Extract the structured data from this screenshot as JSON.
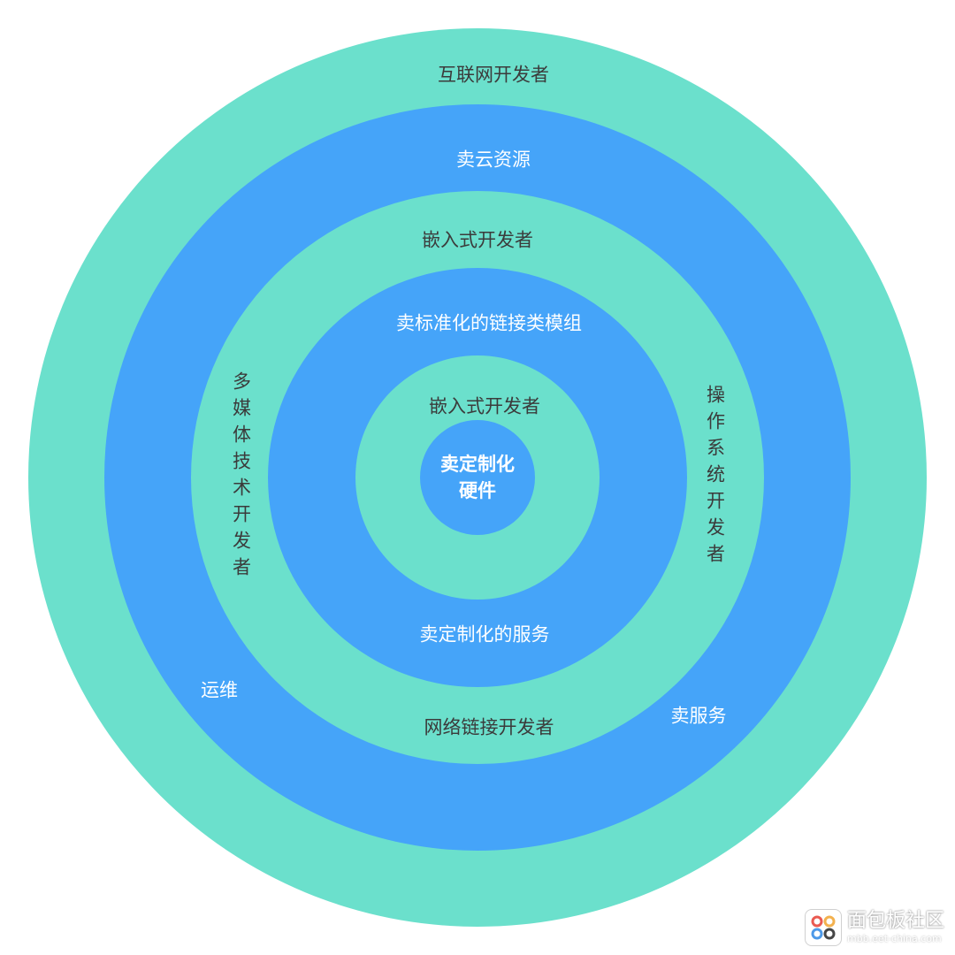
{
  "colors": {
    "teal": "#6BE0CC",
    "blue": "#45A4F9",
    "label_dark": "#3b3b3b",
    "label_light": "#ffffff"
  },
  "rings": {
    "r1_outer_teal": {
      "top": "互联网开发者"
    },
    "r2_blue": {
      "top": "卖云资源",
      "left": "运维",
      "right": "卖服务"
    },
    "r3_teal": {
      "top": "嵌入式开发者",
      "left": "多媒体技术开发者",
      "right": "操作系统开发者",
      "bottom": "网络链接开发者"
    },
    "r4_blue": {
      "top": "卖标准化的链接类模组",
      "bottom": "卖定制化的服务"
    },
    "r5_teal": {
      "top": "嵌入式开发者"
    },
    "core": {
      "line1": "卖定制化",
      "line2": "硬件"
    }
  },
  "watermark": {
    "title": "面包板社区",
    "url": "mbb.eet-china.com",
    "icon": "logo-icon"
  }
}
